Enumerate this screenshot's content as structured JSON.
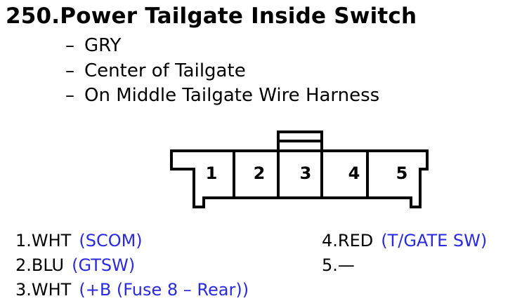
{
  "title": "250.Power Tailgate Inside Switch",
  "details": [
    {
      "dash": "–",
      "text": "GRY"
    },
    {
      "dash": "–",
      "text": "Center of Tailgate"
    },
    {
      "dash": "–",
      "text": "On Middle Tailgate Wire Harness"
    }
  ],
  "connector": {
    "pins": [
      "1",
      "2",
      "3",
      "4",
      "5"
    ]
  },
  "pinouts": {
    "left": [
      {
        "label": "1.WHT",
        "function": "(SCOM)"
      },
      {
        "label": "2.BLU",
        "function": "(GTSW)"
      },
      {
        "label": "3.WHT",
        "function": "(+B (Fuse 8 – Rear))"
      }
    ],
    "right": [
      {
        "label": "4.RED",
        "function": "(T/GATE SW)"
      },
      {
        "label": "5.—",
        "function": ""
      }
    ]
  },
  "colors": {
    "function_text": "#2a2ae0",
    "line": "#000000"
  }
}
